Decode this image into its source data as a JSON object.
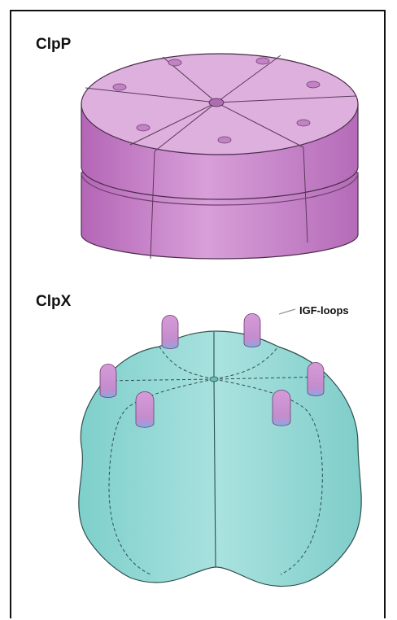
{
  "labels": {
    "clpp": "ClpP",
    "clpx": "ClpX",
    "igf_loops": "IGF-loops"
  },
  "colors": {
    "clpp_fill_top": "#d9a8d9",
    "clpp_fill_side": "#c27ac3",
    "clpx_fill": "#9fdcd9",
    "clpx_shade": "#7fcbc8",
    "loop_fill": "#c98bcd",
    "loop_base": "#8fa3e0",
    "outline": "#3a2a3a",
    "frame": "#111111"
  },
  "icons": {
    "clpp": "heptameric-barrel-icon",
    "clpx": "hexameric-atpase-icon",
    "igf": "igf-loop-icon"
  }
}
